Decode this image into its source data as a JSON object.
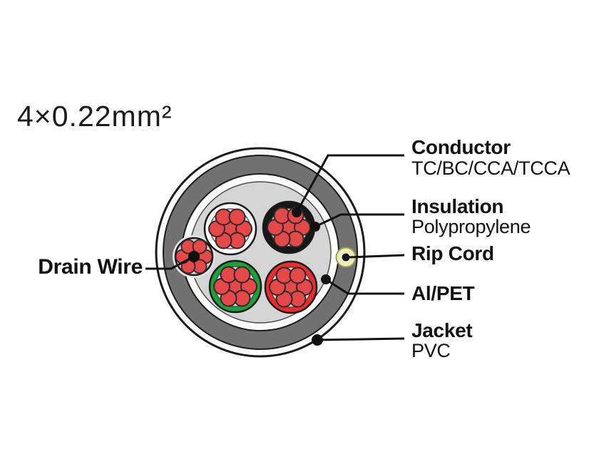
{
  "title": "4×0.22mm²",
  "labels": {
    "drain_wire": "Drain Wire",
    "conductor": {
      "heading": "Conductor",
      "sub": "TC/BC/CCA/TCCA"
    },
    "insulation": {
      "heading": "Insulation",
      "sub": "Polypropylene"
    },
    "rip_cord": {
      "heading": "Rip Cord"
    },
    "al_pet": {
      "heading": "Al/PET"
    },
    "jacket": {
      "heading": "Jacket",
      "sub": "PVC"
    }
  },
  "colors": {
    "background": "#ffffff",
    "outline": "#1a1a1a",
    "leader": "#111111",
    "jacket_pvc": "#717171",
    "al_pet_layer": "#ffffff",
    "filler": "#d5d5d5",
    "filler_edge": "#4a4a4a",
    "bundle_inner": "#e2e2e2",
    "bundle_inner_edge": "#444444",
    "wire_copper": "#e54848",
    "wire_stroke": "#2e2a2a",
    "insulation_white": "#ffffff",
    "insulation_black": "#181818",
    "insulation_green": "#1aa23a",
    "insulation_red": "#ee2b2b",
    "drain_halo": "#e4e4e4",
    "drain_fill": "#cfcfcf",
    "drain_center": "#111111",
    "rip_cord_fill": "#efeeab",
    "rip_cord_stroke": "#9b9b5e",
    "rip_cord_core": "#ffffff"
  }
}
